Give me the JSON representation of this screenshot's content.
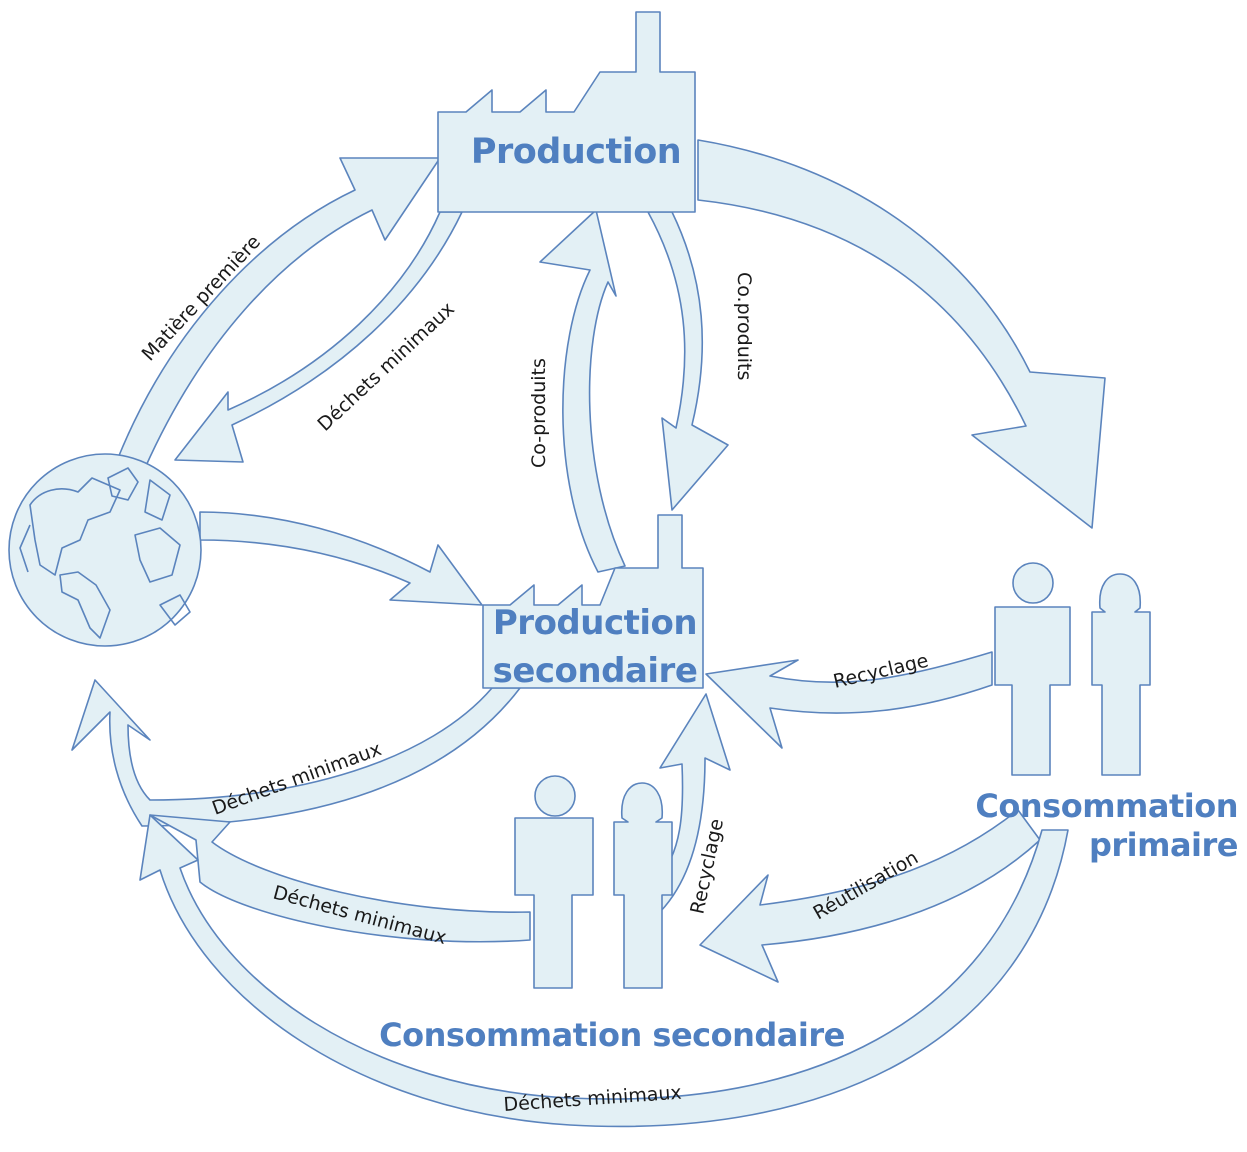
{
  "nodes": {
    "production": "Production",
    "production_secondaire_line1": "Production",
    "production_secondaire_line2": "secondaire",
    "consommation_primaire_line1": "Consommation",
    "consommation_primaire_line2": "primaire",
    "consommation_secondaire": "Consommation secondaire"
  },
  "flows": {
    "matiere_premiere": "Matière première",
    "dechets_production": "Déchets minimaux",
    "coproduits_up": "Co-produits",
    "coproduits_down": "Co.produits",
    "recyclage_primaire": "Recyclage",
    "recyclage_secondaire": "Recyclage",
    "reutilisation": "Réutilisation",
    "dechets_production_secondaire": "Déchets minimaux",
    "dechets_consommation_secondaire": "Déchets minimaux",
    "dechets_consommation_primaire": "Déchets minimaux"
  },
  "colors": {
    "fill": "#e3f0f5",
    "stroke": "#5b84bd",
    "title": "#4f7fc0",
    "label": "#1a1a1a"
  }
}
